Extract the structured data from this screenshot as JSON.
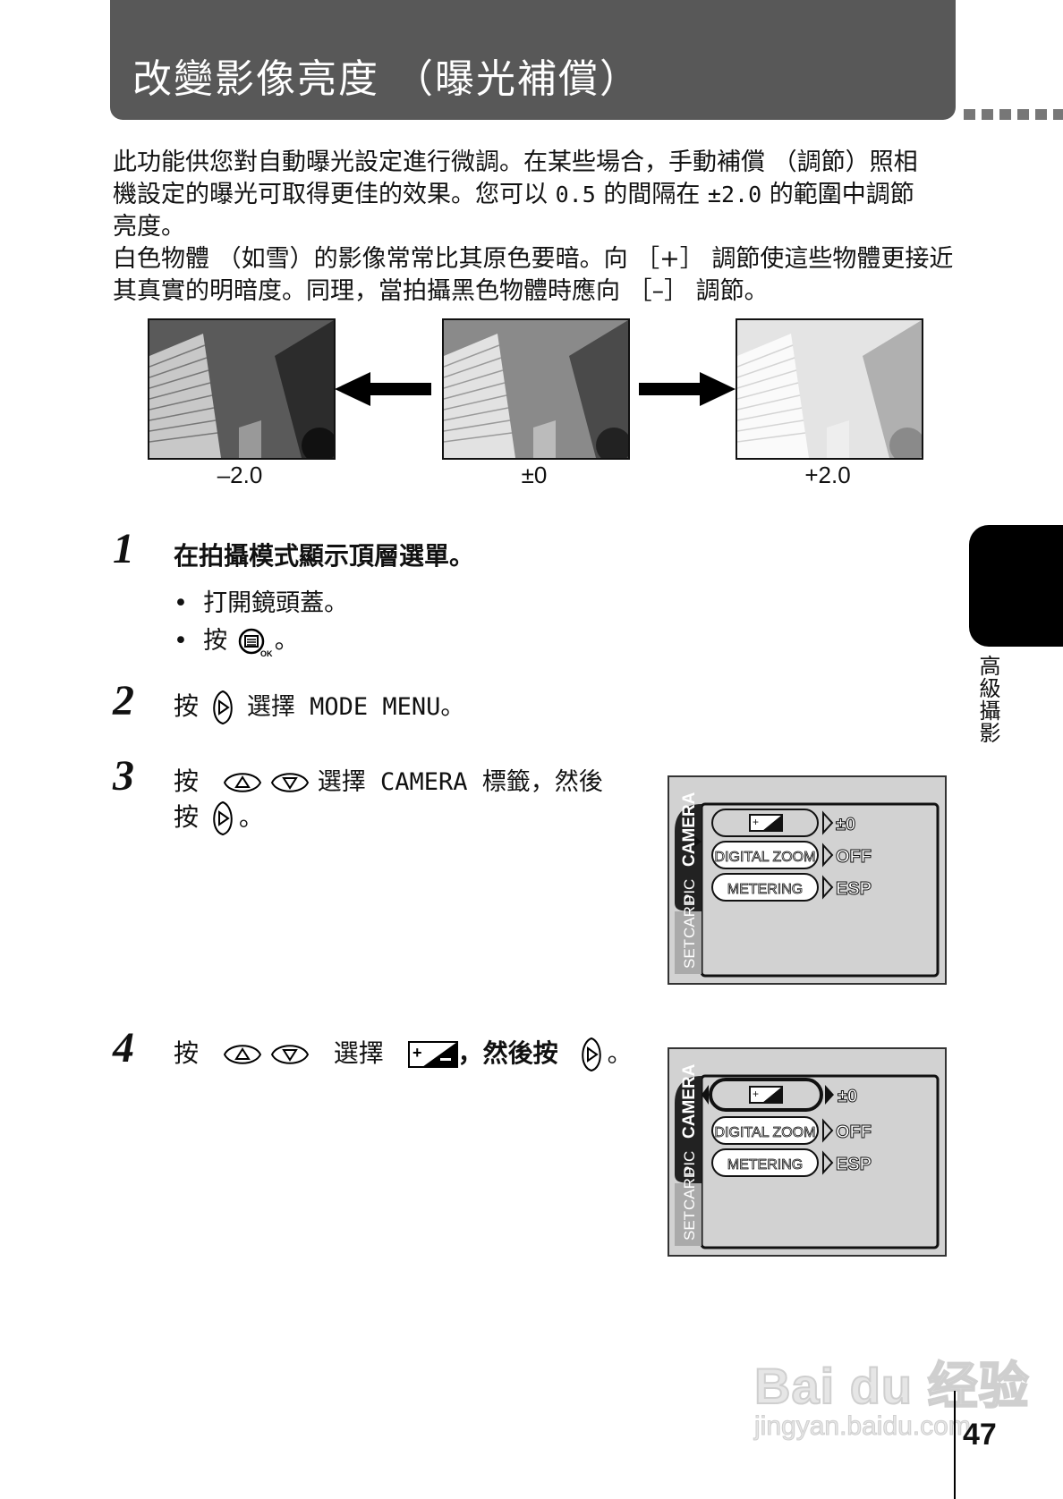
{
  "header": {
    "title": "改變影像亮度 （曝光補償）"
  },
  "intro": {
    "line1": "此功能供您對自動曝光設定進行微調。在某些場合，手動補償 （調節）照相",
    "line2a": "機設定的曝光可取得更佳的效果。您可以 ",
    "line2b": "0.5",
    "line2c": " 的間隔在 ",
    "line2d": "±2.0",
    "line2e": " 的範圍中調節",
    "line3": "亮度。",
    "line4": "白色物體 （如雪）的影像常常比其原色要暗。向 ［+］ 調節使這些物體更接近",
    "line5": "其真實的明暗度。同理，當拍攝黑色物體時應向 ［–］ 調節。"
  },
  "examples": [
    {
      "label": "–2.0"
    },
    {
      "label": "±0"
    },
    {
      "label": "+2.0"
    }
  ],
  "steps": {
    "s1": {
      "num": "1",
      "text": "在拍攝模式顯示頂層選單。",
      "bullet1": "打開鏡頭蓋。",
      "bullet2_pre": "按",
      "bullet2_post": "。",
      "ok_label": "OK"
    },
    "s2": {
      "num": "2",
      "text_pre": "按",
      "text_mid": "選擇 MODE MENU。"
    },
    "s3": {
      "num": "3",
      "line1_pre": "按",
      "line1_mid": "選擇 CAMERA 標籤，然後",
      "line2_pre": "按",
      "line2_post": "。"
    },
    "s4": {
      "num": "4",
      "text_pre": "按",
      "text_mid": "選擇",
      "text_post": "，然後按",
      "text_end": "。"
    }
  },
  "lcd": {
    "tabs": [
      "CAMERA",
      "PIC",
      "CARD",
      "SET"
    ],
    "rows": [
      {
        "label": "",
        "value": "±0"
      },
      {
        "label": "DIGITAL ZOOM",
        "value": "OFF"
      },
      {
        "label": "METERING",
        "value": "ESP"
      }
    ]
  },
  "sidebar": {
    "label": "高級攝影"
  },
  "footer": {
    "page_number": "47",
    "watermark_logo": "Bai du 经验",
    "watermark_url": "jingyan.baidu.com"
  }
}
